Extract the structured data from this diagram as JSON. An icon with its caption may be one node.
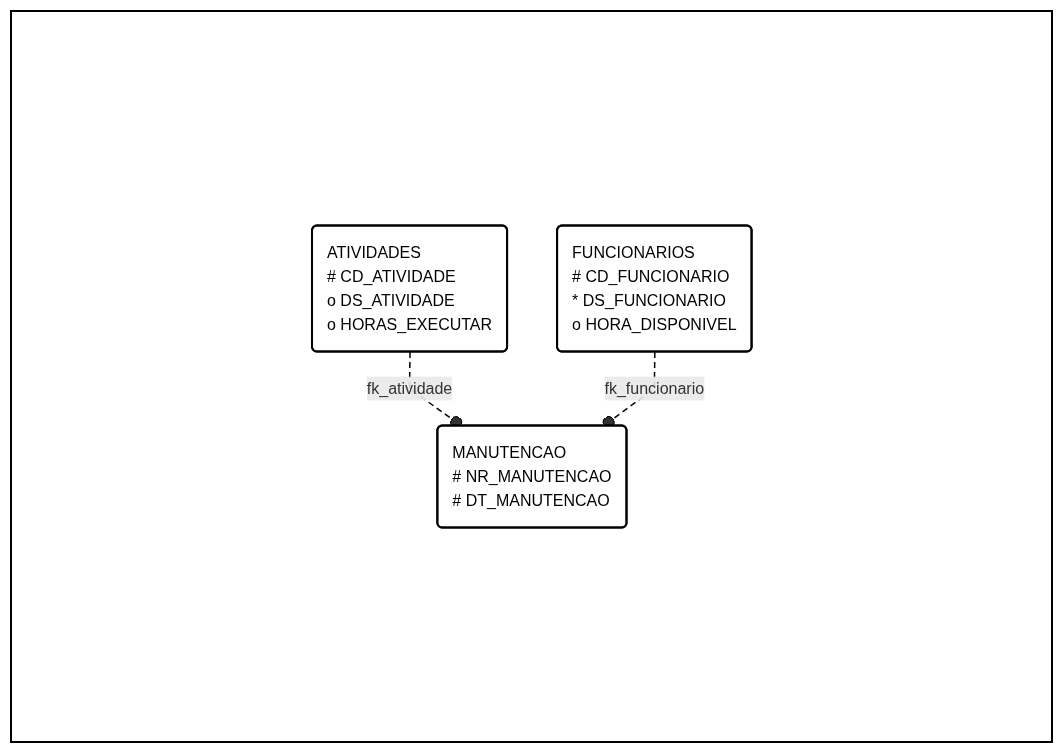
{
  "diagram": {
    "nodes": [
      {
        "text": [
          "ATIVIDADES",
          "# CD_ATIVIDADE",
          "o DS_ATIVIDADE",
          "o HORAS_EXECUTAR"
        ]
      },
      {
        "text": [
          "FUNCIONARIOS",
          "# CD_FUNCIONARIO",
          "* DS_FUNCIONARIO",
          "o HORA_DISPONIVEL"
        ]
      },
      {
        "text": [
          "MANUTENCAO",
          "# NR_MANUTENCAO",
          "# DT_MANUTENCAO"
        ]
      }
    ],
    "edges": [
      {
        "from": 0,
        "to": 2,
        "arrow": "other",
        "label": "fk_atividade",
        "style": "dashed"
      },
      {
        "from": 1,
        "to": 2,
        "arrow": "other",
        "label": "fk_funcionario",
        "style": "dashed"
      }
    ]
  }
}
